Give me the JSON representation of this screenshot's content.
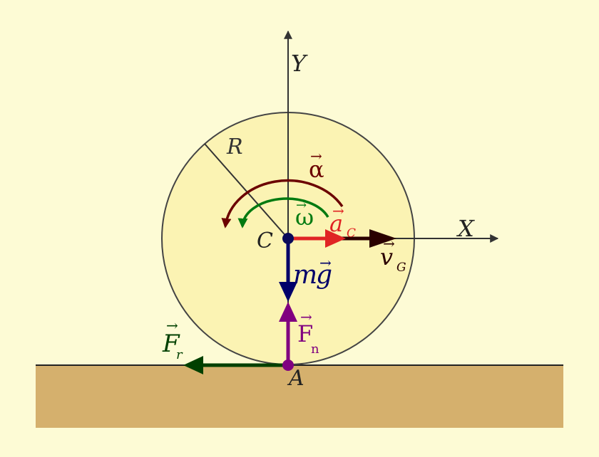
{
  "colors": {
    "background": "#fdfbd5",
    "ground": "#d5b06d",
    "wheel": "#fbf3b3",
    "axis": "#333333",
    "gravity": "#00006a",
    "normal": "#800080",
    "friction": "#004000",
    "accel": "#e02424",
    "velocity": "#2a0000",
    "alpha": "#6b0000",
    "omega": "#007a10"
  },
  "labels": {
    "y_axis": "Y",
    "x_axis": "X",
    "radius": "R",
    "alpha": "α",
    "omega": "ω",
    "a_c": "a",
    "a_c_sub": "C",
    "v_g": "v",
    "v_g_sub": "G",
    "center": "C",
    "mg_m": "m",
    "mg_g": "g",
    "normal": "F",
    "normal_sub": "n",
    "friction": "F",
    "friction_sub": "r",
    "contact": "A"
  }
}
